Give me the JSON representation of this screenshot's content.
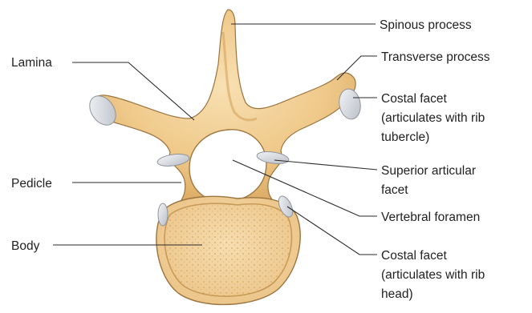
{
  "colors": {
    "bone_light": "#f6d9a6",
    "bone_mid": "#e9be7a",
    "bone_dark": "#b8884a",
    "bone_outline": "#8d6a3c",
    "cartilage": "#dcdfe4",
    "cartilage_shadow": "#9aa0a8",
    "body_dots": "#d6ad6c",
    "leader": "#2a2a2a",
    "label_text": "#222222"
  },
  "labels": {
    "spinous_process": "Spinous process",
    "transverse_process": "Transverse process",
    "lamina": "Lamina",
    "costal_facet_tubercle": [
      "Costal facet",
      "(articulates with rib",
      "tubercle)"
    ],
    "pedicle": "Pedicle",
    "superior_articular_facet": [
      "Superior articular",
      "facet"
    ],
    "vertebral_foramen": "Vertebral foramen",
    "body": "Body",
    "costal_facet_head": [
      "Costal facet",
      "(articulates with rib",
      "head)"
    ]
  }
}
